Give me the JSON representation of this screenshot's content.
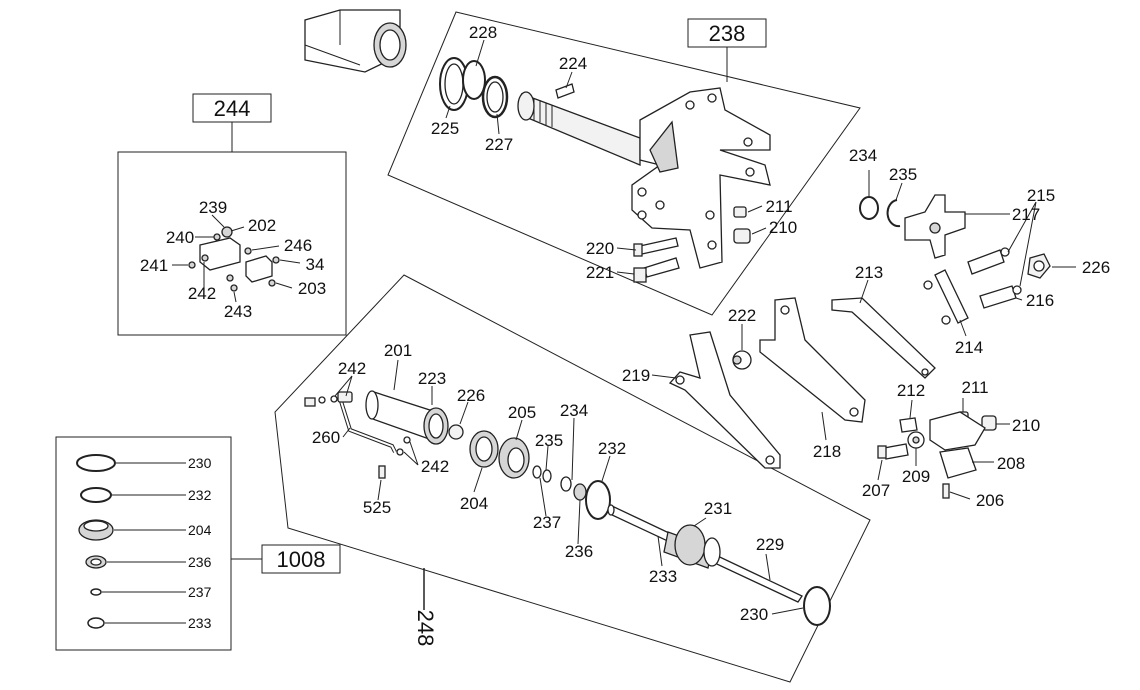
{
  "groups": {
    "g238": "238",
    "g244": "244",
    "g1008": "1008",
    "g248": "248"
  },
  "labels": {
    "l228": "228",
    "l224": "224",
    "l225": "225",
    "l227": "227",
    "l211a": "211",
    "l210a": "210",
    "l220": "220",
    "l221": "221",
    "l234a": "234",
    "l235a": "235",
    "l215": "215",
    "l217": "217",
    "l226a": "226",
    "l216": "216",
    "l213": "213",
    "l214": "214",
    "l222": "222",
    "l219": "219",
    "l218": "218",
    "l212": "212",
    "l211b": "211",
    "l210b": "210",
    "l208": "208",
    "l209": "209",
    "l207": "207",
    "l206": "206",
    "l239": "239",
    "l202": "202",
    "l240": "240",
    "l246": "246",
    "l241": "241",
    "l34": "34",
    "l242a": "242",
    "l203": "203",
    "l243": "243",
    "l201": "201",
    "l242b": "242",
    "l223": "223",
    "l226b": "226",
    "l205": "205",
    "l234b": "234",
    "l235b": "235",
    "l232": "232",
    "l260": "260",
    "l242c": "242",
    "l525": "525",
    "l204": "204",
    "l237": "237",
    "l236": "236",
    "l231": "231",
    "l229": "229",
    "l233": "233",
    "l230": "230"
  },
  "kit": {
    "items": [
      "230",
      "232",
      "204",
      "236",
      "237",
      "233"
    ]
  }
}
